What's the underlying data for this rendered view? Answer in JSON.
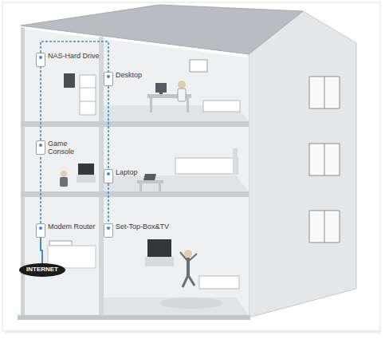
{
  "diagram": {
    "nodes": [
      {
        "text": [
          "NAS-Hard Drive"
        ]
      },
      {
        "text": [
          "Desktop"
        ]
      },
      {
        "text": [
          "Game Console"
        ]
      },
      {
        "text": [
          "Laptop"
        ]
      },
      {
        "text": [
          "Modem Router"
        ]
      },
      {
        "text": [
          "Set-Top-Box&TV"
        ]
      },
      {
        "text": [
          "INTERNET"
        ]
      }
    ],
    "edges": [
      {
        "from": 4,
        "to": 2,
        "arrow": "none"
      },
      {
        "from": 2,
        "to": 0,
        "arrow": "none"
      },
      {
        "from": 0,
        "to": 1,
        "arrow": "none"
      },
      {
        "from": 1,
        "to": 3,
        "arrow": "none"
      },
      {
        "from": 3,
        "to": 5,
        "arrow": "none"
      },
      {
        "from": 6,
        "to": 4,
        "arrow": "none"
      }
    ]
  }
}
